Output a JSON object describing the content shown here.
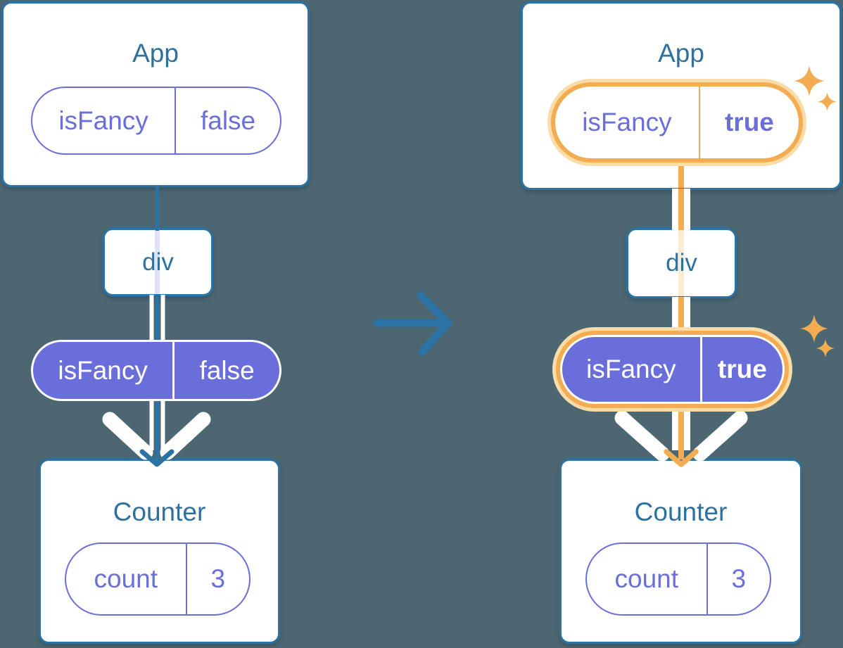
{
  "colors": {
    "bg": "#4C6672",
    "card": "#FFFFFF",
    "line": "#2B73A5",
    "title": "#2F719E",
    "purple": "#6A6FDB",
    "purple_fill": "#6A6EDA",
    "orange": "#F4AC52",
    "orange_light": "#FADCA8",
    "orange_faint": "#FCEBD3",
    "lavender_faint": "#DDE2F6"
  },
  "left_tree": {
    "app_title": "App",
    "prop_name": "isFancy",
    "prop_value": "false",
    "div_label": "div",
    "passed_prop_name": "isFancy",
    "passed_prop_value": "false",
    "counter_title": "Counter",
    "state_name": "count",
    "state_value": "3"
  },
  "right_tree": {
    "app_title": "App",
    "prop_name": "isFancy",
    "prop_value": "true",
    "div_label": "div",
    "passed_prop_name": "isFancy",
    "passed_prop_value": "true",
    "counter_title": "Counter",
    "state_name": "count",
    "state_value": "3"
  }
}
